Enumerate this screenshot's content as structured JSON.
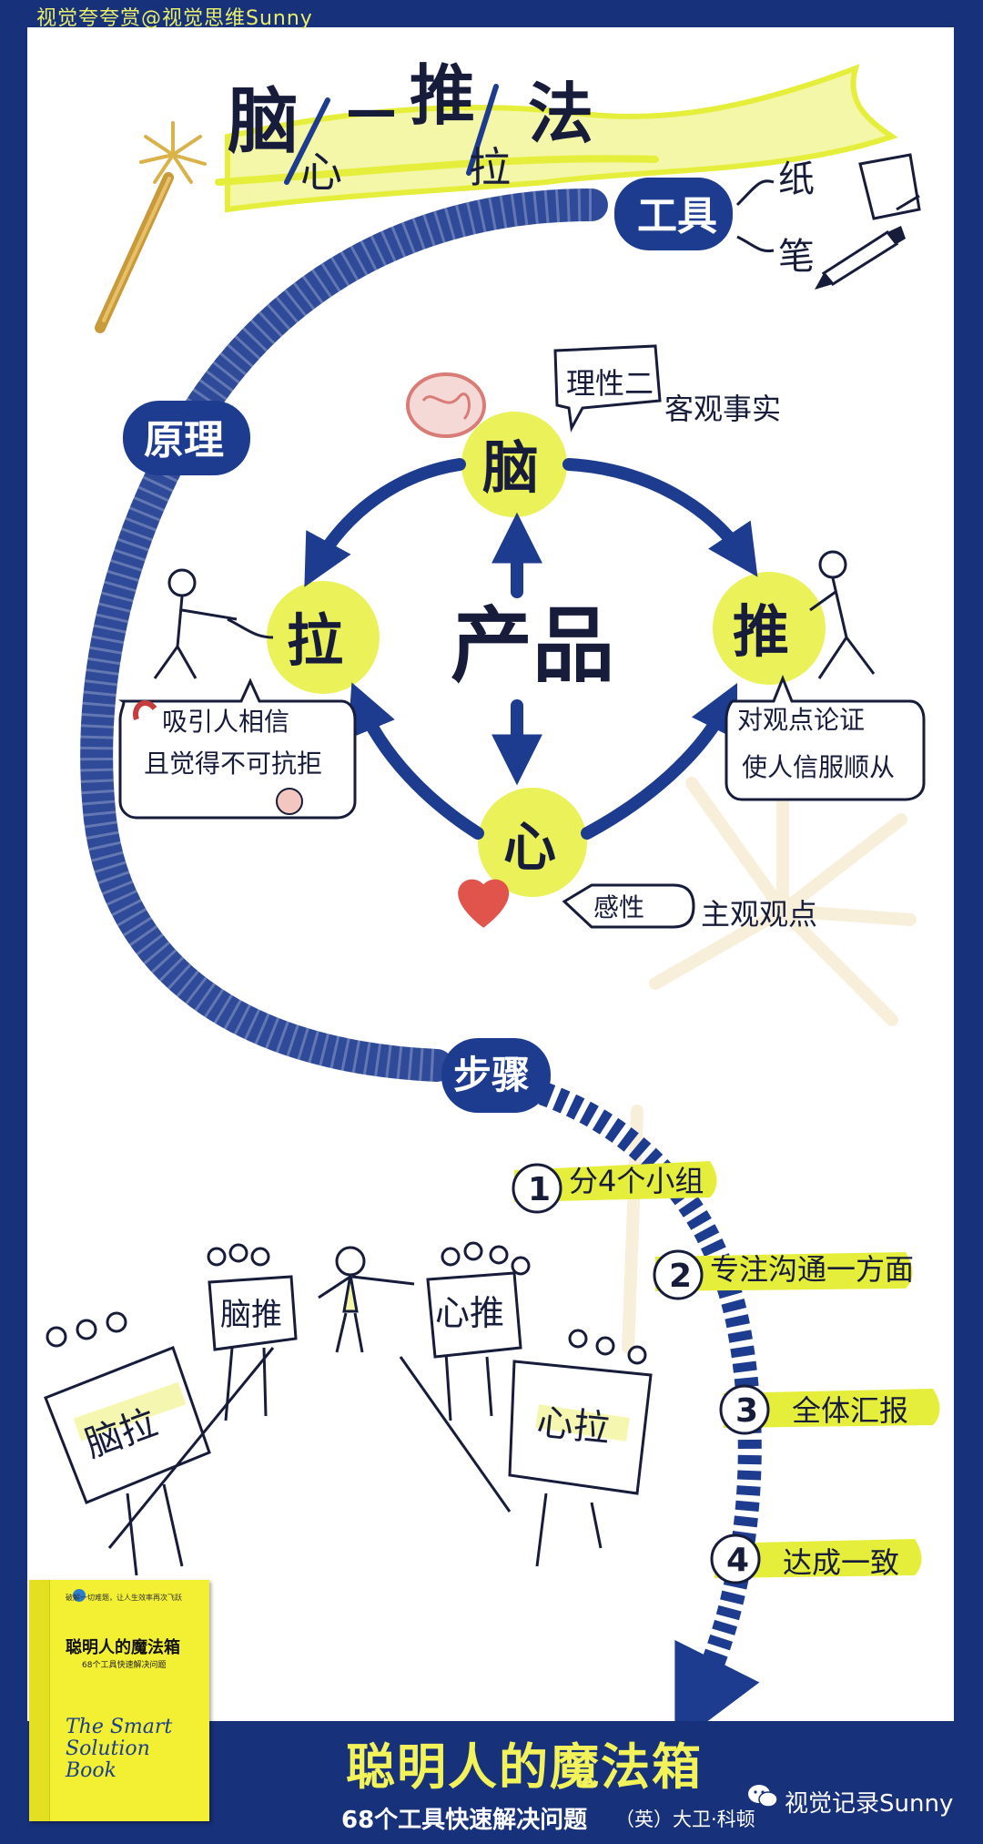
{
  "header": {
    "watermark": "视觉夸夸赏@视觉思维Sunny",
    "title_brain": "脑",
    "title_heart": "心",
    "title_dash": "—",
    "title_push": "推",
    "title_pull": "拉",
    "title_method": "法"
  },
  "tools": {
    "label": "工具",
    "items": [
      "纸",
      "笔"
    ]
  },
  "principle": {
    "label": "原理",
    "center": "产品",
    "brain": "脑",
    "heart": "心",
    "push": "推",
    "pull": "拉",
    "brain_note_bubble": "理性二",
    "brain_note_text": "客观事实",
    "heart_note_bubble": "感性",
    "heart_note_text": "主观观点",
    "push_note_lines": [
      "对观点论证",
      "使人信服顺从"
    ],
    "pull_note_lines": [
      "吸引人相信",
      "且觉得不可抗拒"
    ]
  },
  "steps": {
    "label": "步骤",
    "items": [
      {
        "num": "1",
        "text": "分4个小组"
      },
      {
        "num": "2",
        "text": "专注沟通一方面"
      },
      {
        "num": "3",
        "text": "全体汇报"
      },
      {
        "num": "4",
        "text": "达成一致"
      }
    ],
    "group_signs": [
      "脑拉",
      "脑推",
      "心推",
      "心拉"
    ]
  },
  "footer": {
    "title": "聪明人的魔法箱",
    "subtitle": "68个工具快速解决问题",
    "author": "（英）大卫·科顿",
    "brand": "视觉记录Sunny"
  },
  "book": {
    "tagline": "破解一切难题，让人生效率再次飞跃",
    "title": "聪明人的魔法箱",
    "subtitle": "68个工具快速解决问题",
    "title_en": "The Smart Solution Book"
  },
  "colors": {
    "navy": "#17317a",
    "highlight": "#e6ee3c",
    "ink": "#161c3a",
    "heart": "#e0544c"
  }
}
